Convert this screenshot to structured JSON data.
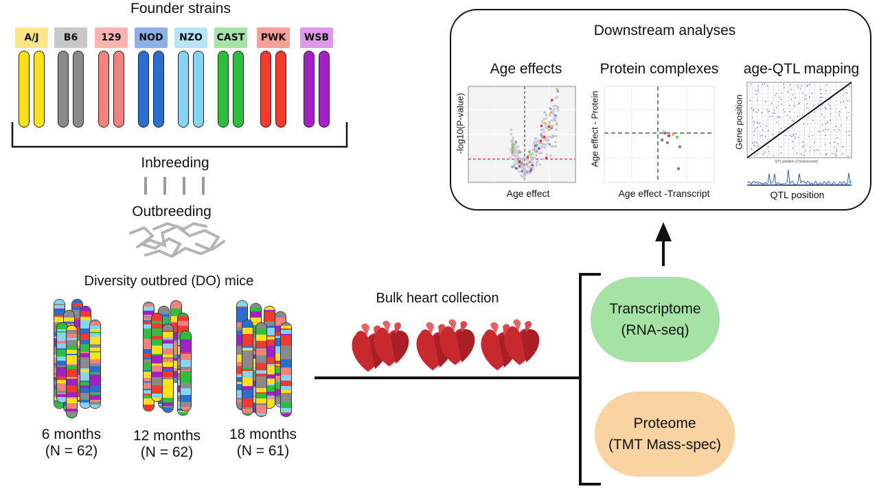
{
  "founder": {
    "title": "Founder strains",
    "strains": [
      {
        "label": "A/J",
        "label_bg": "#fde68a",
        "color": "#ffe11a"
      },
      {
        "label": "B6",
        "label_bg": "#c8c8c8",
        "color": "#8a8a8a"
      },
      {
        "label": "129",
        "label_bg": "#f7b4b0",
        "color": "#f0837c"
      },
      {
        "label": "NOD",
        "label_bg": "#8fb0e6",
        "color": "#2a6fd0"
      },
      {
        "label": "NZO",
        "label_bg": "#b7e4f7",
        "color": "#86d4f4"
      },
      {
        "label": "CAST",
        "label_bg": "#a6e3a6",
        "color": "#2fbf3f"
      },
      {
        "label": "PWK",
        "label_bg": "#f6a09a",
        "color": "#f43a2e"
      },
      {
        "label": "WSB",
        "label_bg": "#dd9ae9",
        "color": "#a51fc8"
      }
    ]
  },
  "breeding": {
    "inbreeding": "Inbreeding",
    "outbreeding": "Outbreeding"
  },
  "do_mice": {
    "title": "Diversity outbred (DO) mice",
    "groups": [
      {
        "label": "6 months",
        "n": "(N = 62)"
      },
      {
        "label": "12 months",
        "n": "(N = 62)"
      },
      {
        "label": "18 months",
        "n": "(N = 61)"
      }
    ]
  },
  "collection": {
    "label": "Bulk heart collection"
  },
  "omics": {
    "transcriptome": {
      "line1": "Transcriptome",
      "line2": "(RNA-seq)",
      "color": "#a5e3a5"
    },
    "proteome": {
      "line1": "Proteome",
      "line2": "(TMT Mass-spec)",
      "color": "#f9d3a1"
    }
  },
  "downstream": {
    "title": "Downstream analyses",
    "age_effects": {
      "title": "Age effects",
      "ylabel": "-log10(P-value)",
      "xlabel": "Age effect"
    },
    "protein_complexes": {
      "title": "Protein complexes",
      "ylabel": "Age effect - Protein",
      "xlabel": "Age effect -Transcript"
    },
    "qtl": {
      "title": "age-QTL mapping",
      "ylabel": "Gene position",
      "xlabel": "QTL position",
      "small_xlabel": "QTL position (Chromosome)"
    }
  }
}
